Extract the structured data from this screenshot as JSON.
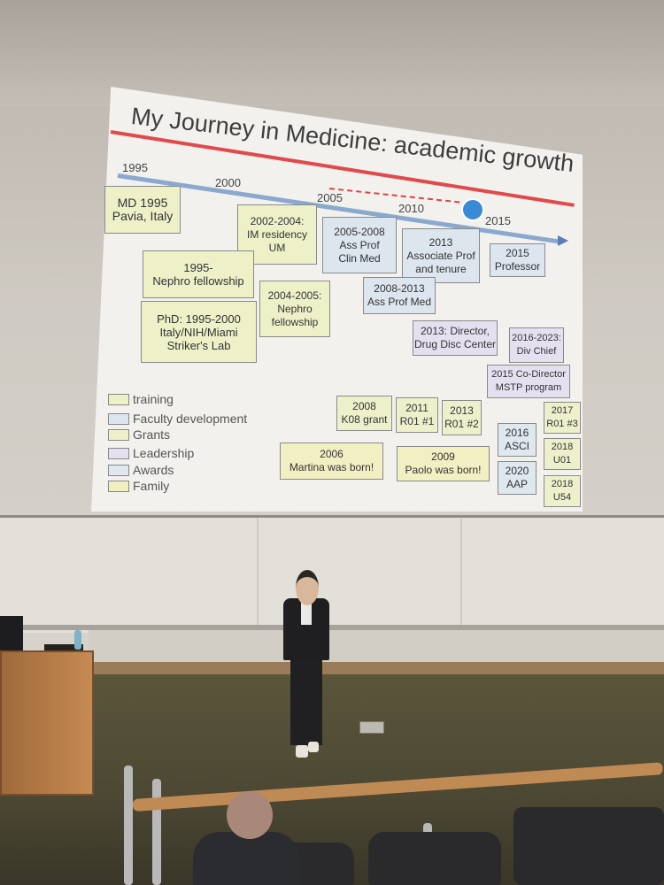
{
  "slide": {
    "title": "My Journey in Medicine: academic growth",
    "years": [
      "1995",
      "2000",
      "2005",
      "2010",
      "2015"
    ],
    "boxes": [
      {
        "id": "md-1995",
        "text": "MD 1995\nPavia, Italy",
        "category": "training"
      },
      {
        "id": "im-residency",
        "text": "2002-2004:\nIM residency\nUM",
        "category": "training"
      },
      {
        "id": "ass-prof-clin",
        "text": "2005-2008\nAss Prof\nClin Med",
        "category": "faculty"
      },
      {
        "id": "associate-prof",
        "text": "2013\nAssociate Prof\nand tenure",
        "category": "faculty"
      },
      {
        "id": "professor",
        "text": "2015\nProfessor",
        "category": "faculty"
      },
      {
        "id": "nephro-fellowship-1995",
        "text": "1995-\nNephro fellowship",
        "category": "training"
      },
      {
        "id": "nephro-fellowship-2004",
        "text": "2004-2005:\nNephro\nfellowship",
        "category": "training"
      },
      {
        "id": "ass-prof-med",
        "text": "2008-2013\nAss Prof Med",
        "category": "faculty"
      },
      {
        "id": "phd",
        "text": "PhD: 1995-2000\nItaly/NIH/Miami\nStriker's Lab",
        "category": "training"
      },
      {
        "id": "director",
        "text": "2013: Director,\nDrug Disc Center",
        "category": "leader"
      },
      {
        "id": "div-chief",
        "text": "2016-2023:\nDiv Chief",
        "category": "leader"
      },
      {
        "id": "co-director",
        "text": "2015 Co-Director\nMSTP program",
        "category": "leader"
      },
      {
        "id": "k08",
        "text": "2008\nK08 grant",
        "category": "grants"
      },
      {
        "id": "r01-1",
        "text": "2011\nR01 #1",
        "category": "grants"
      },
      {
        "id": "r01-2",
        "text": "2013\nR01 #2",
        "category": "grants"
      },
      {
        "id": "r01-3",
        "text": "2017\nR01 #3",
        "category": "grants"
      },
      {
        "id": "asci",
        "text": "2016\nASCI",
        "category": "awards"
      },
      {
        "id": "u01",
        "text": "2018\nU01",
        "category": "grants"
      },
      {
        "id": "martina",
        "text": "2006\nMartina was born!",
        "category": "family"
      },
      {
        "id": "paolo",
        "text": "2009\nPaolo was born!",
        "category": "family"
      },
      {
        "id": "aap",
        "text": "2020\nAAP",
        "category": "awards"
      },
      {
        "id": "u54",
        "text": "2018\nU54",
        "category": "grants"
      }
    ],
    "legend": [
      {
        "label": "training",
        "color": "#eef0c8"
      },
      {
        "label": "Faculty development",
        "color": "#dde5ef"
      },
      {
        "label": "Grants",
        "color": "#eef0cc"
      },
      {
        "label": "Leadership",
        "color": "#e4e0f0"
      },
      {
        "label": "Awards",
        "color": "#dfe7ef"
      },
      {
        "label": "Family",
        "color": "#f2efc3"
      }
    ]
  }
}
